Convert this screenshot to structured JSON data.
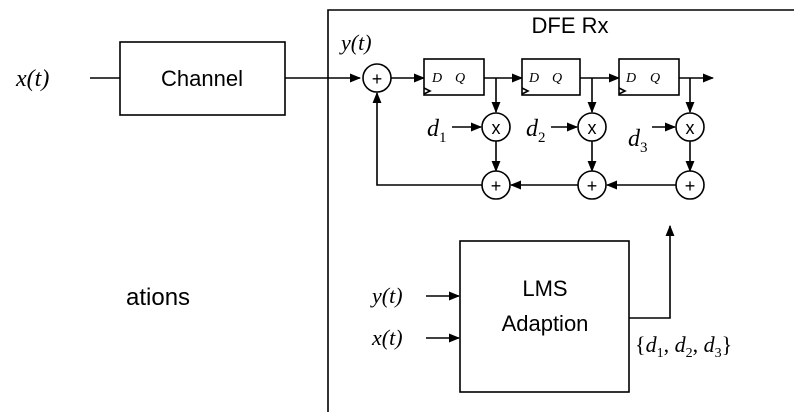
{
  "input_signal": "x(t)",
  "channel_label": "Channel",
  "dfe_label": "DFE Rx",
  "y_label": "y(t)",
  "adder_symbol": "+",
  "multiplier_symbol": "x",
  "flipflop": {
    "d_label": "D",
    "q_label": "Q"
  },
  "taps": [
    "d1",
    "d2",
    "d3"
  ],
  "lms": {
    "line1": "LMS",
    "line2": "Adaption",
    "input_y": "y(t)",
    "input_x": "x(t)",
    "output": "{d1, d2, d3}"
  },
  "cropped_text": "ations"
}
